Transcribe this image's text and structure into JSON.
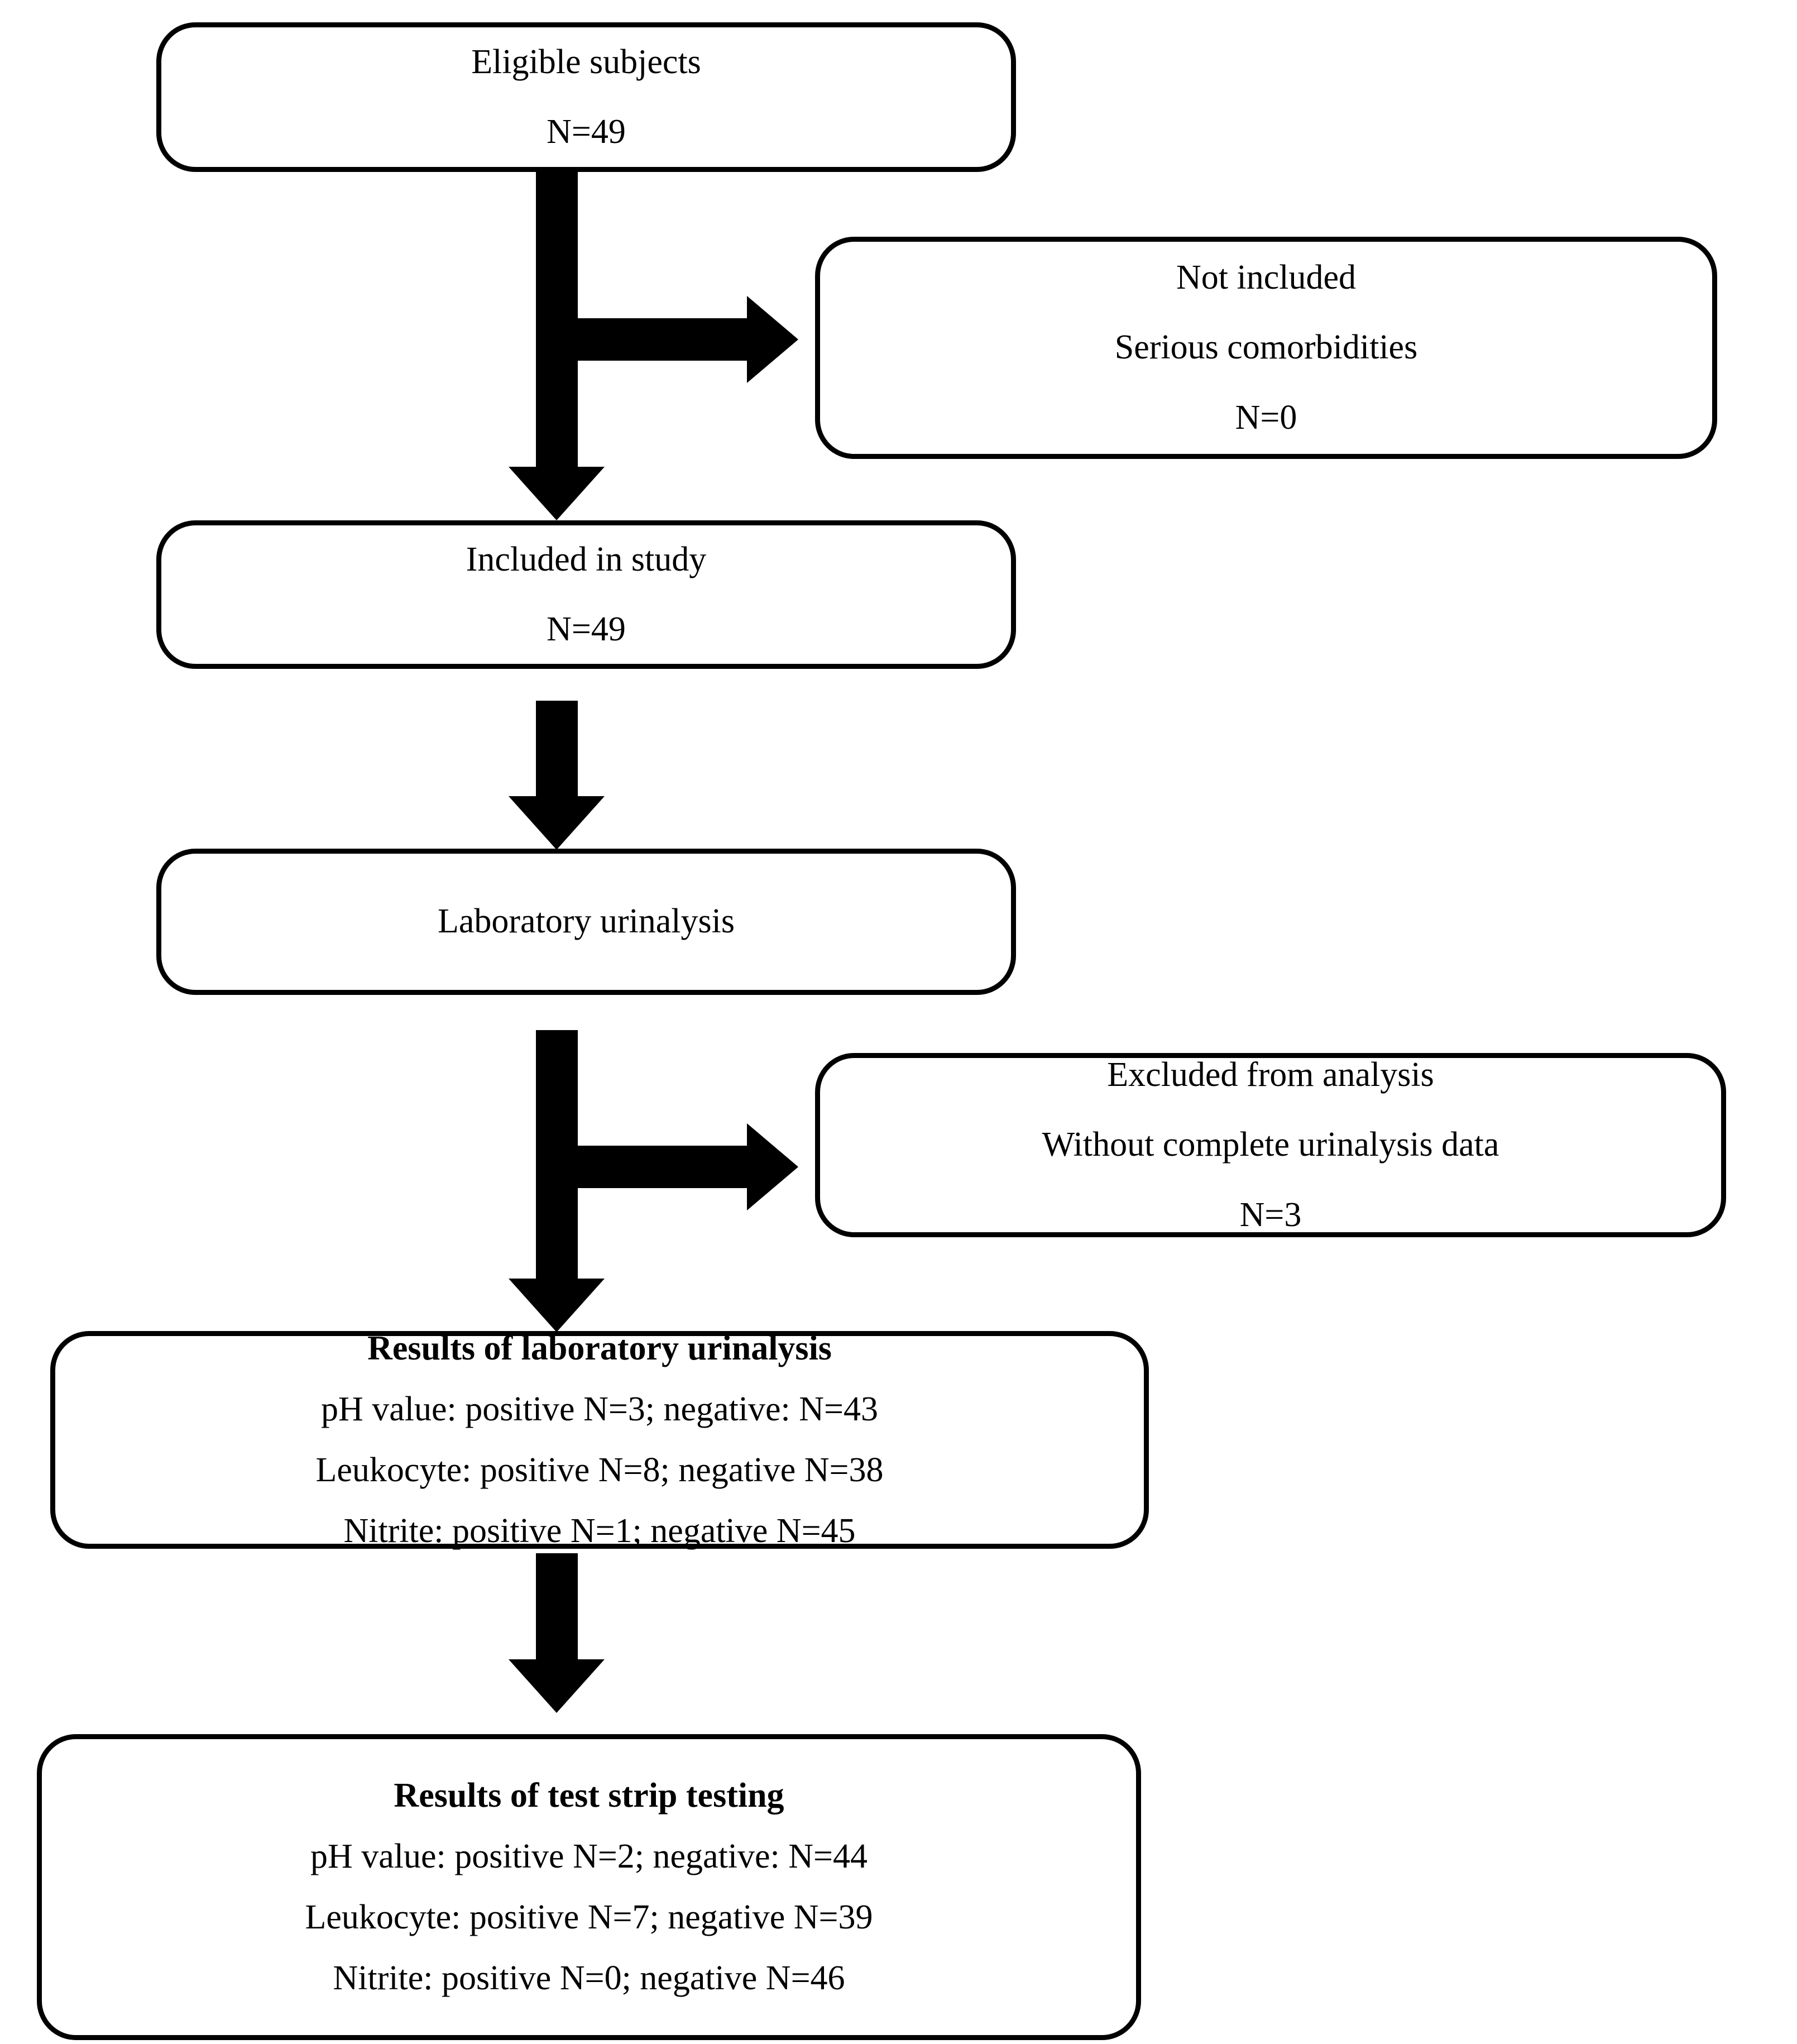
{
  "diagram": {
    "title": "Study participant flow diagram",
    "type": "flowchart",
    "colors": {
      "stroke": "#000000",
      "fill": "#ffffff",
      "text": "#000000"
    },
    "nodes": {
      "eligible": {
        "line1": "Eligible subjects",
        "line2": "N=49"
      },
      "not_included": {
        "line1": "Not included",
        "line2": "Serious comorbidities",
        "line3": "N=0"
      },
      "included": {
        "line1": "Included in study",
        "line2": "N=49"
      },
      "lab_urinalysis": {
        "line1": "Laboratory urinalysis"
      },
      "excluded": {
        "line1": "Excluded from analysis",
        "line2": "Without complete urinalysis data",
        "line3": "N=3"
      },
      "results_lab": {
        "line1": "Results of laboratory urinalysis",
        "line2": "pH value: positive N=3; negative: N=43",
        "line3": "Leukocyte: positive N=8; negative N=38",
        "line4": "Nitrite: positive N=1; negative N=45"
      },
      "results_strip": {
        "line1": "Results of test strip testing",
        "line2": "pH value: positive N=2; negative: N=44",
        "line3": "Leukocyte: positive N=7; negative N=39",
        "line4": "Nitrite: positive N=0; negative N=46"
      }
    },
    "connectors": [
      {
        "name": "eligible-to-included",
        "kind": "arrow-down"
      },
      {
        "name": "eligible-to-not-included",
        "kind": "arrow-right"
      },
      {
        "name": "included-to-lab-urinalysis",
        "kind": "arrow-down"
      },
      {
        "name": "lab-urinalysis-to-results-lab",
        "kind": "arrow-down"
      },
      {
        "name": "lab-urinalysis-to-excluded",
        "kind": "arrow-right"
      },
      {
        "name": "results-lab-to-results-strip",
        "kind": "arrow-down"
      }
    ]
  }
}
